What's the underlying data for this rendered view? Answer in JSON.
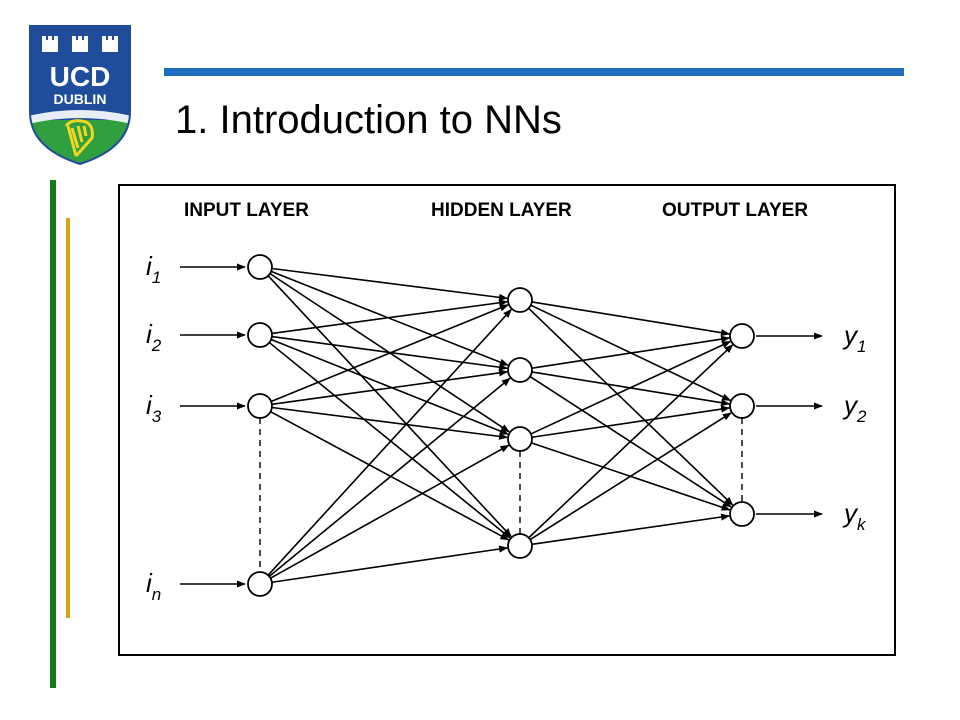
{
  "slide": {
    "title": "1. Introduction to NNs",
    "colors": {
      "title_rule": "#1f6dbf",
      "side_bar_green": "#157a1c",
      "side_bar_gold": "#d7a51a",
      "logo_blue": "#1f4d9c",
      "logo_green": "#2f9f3f",
      "logo_yellow": "#f2d61f"
    }
  },
  "logo": {
    "line1": "UCD",
    "line2": "DUBLIN"
  },
  "diagram": {
    "layer_labels": {
      "input": "INPUT LAYER",
      "hidden": "HIDDEN LAYER",
      "output": "OUTPUT LAYER"
    },
    "inputs": [
      {
        "base": "i",
        "sub": "1"
      },
      {
        "base": "i",
        "sub": "2"
      },
      {
        "base": "i",
        "sub": "3"
      },
      {
        "base": "i",
        "sub": "n"
      }
    ],
    "outputs": [
      {
        "base": "y",
        "sub": "1"
      },
      {
        "base": "y",
        "sub": "2"
      },
      {
        "base": "y",
        "sub": "k"
      }
    ],
    "hidden_node_count": 4
  }
}
